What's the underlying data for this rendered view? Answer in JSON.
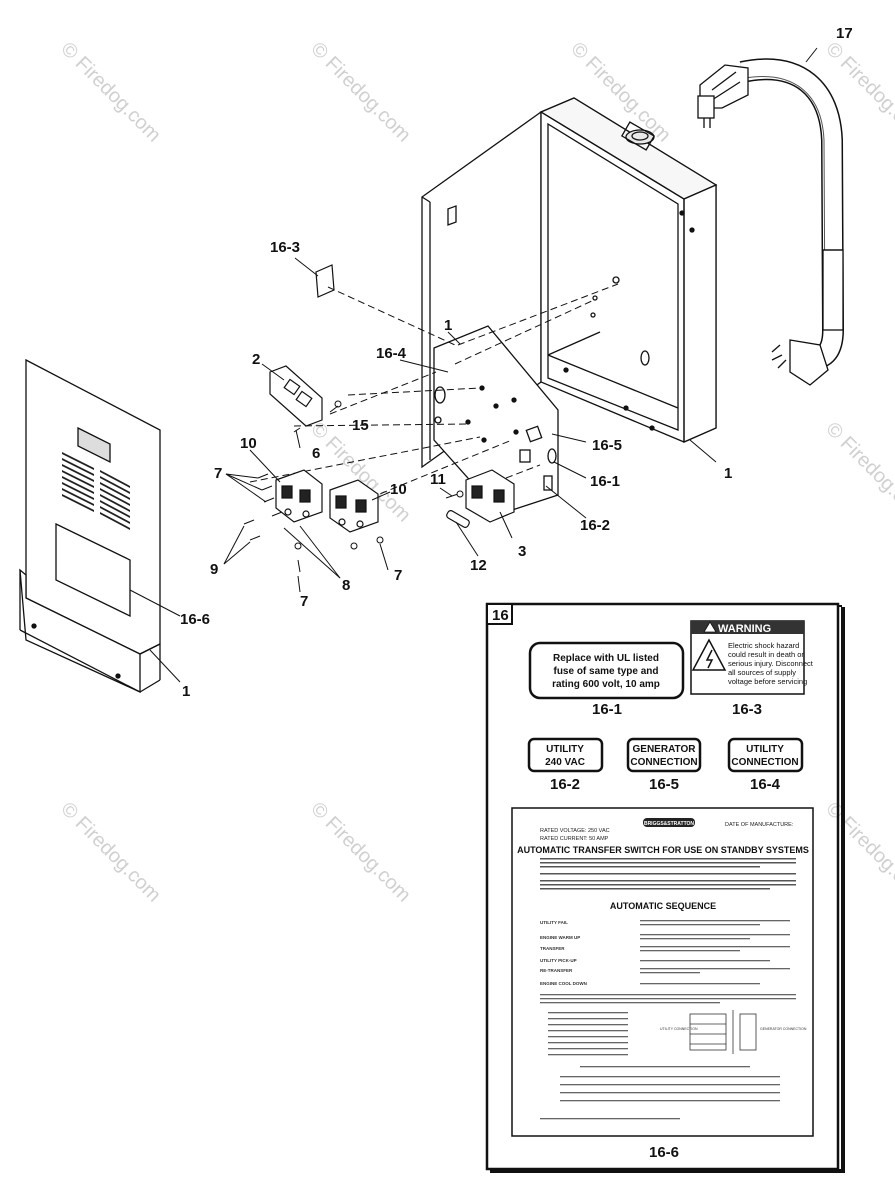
{
  "watermark": "© Firedog.com",
  "callouts": {
    "c17": "17",
    "c16_3": "16-3",
    "c1_top": "1",
    "c16_4": "16-4",
    "c2": "2",
    "c15": "15",
    "c6": "6",
    "c10_a": "10",
    "c10_b": "10",
    "c7_a": "7",
    "c7_b": "7",
    "c7_c": "7",
    "c9": "9",
    "c8": "8",
    "c11": "11",
    "c12": "12",
    "c3": "3",
    "c16_5": "16-5",
    "c16_1": "16-1",
    "c16_2": "16-2",
    "c1_box": "1",
    "c16_6": "16-6",
    "c1_cover": "1"
  },
  "decals_panel": {
    "number": "16",
    "decal_16_1": {
      "line1": "Replace with UL listed",
      "line2": "fuse of same type and",
      "line3": "rating 600 volt, 10 amp",
      "label": "16-1"
    },
    "decal_16_3": {
      "header": "WARNING",
      "line1": "Electric shock hazard",
      "line2": "could result in death or",
      "line3": "serious injury. Disconnect",
      "line4": "all sources of supply",
      "line5": "voltage before servicing",
      "label": "16-3"
    },
    "decal_16_2": {
      "line1": "UTILITY",
      "line2": "240 VAC",
      "label": "16-2"
    },
    "decal_16_5": {
      "line1": "GENERATOR",
      "line2": "CONNECTION",
      "label": "16-5"
    },
    "decal_16_4": {
      "line1": "UTILITY",
      "line2": "CONNECTION",
      "label": "16-4"
    },
    "decal_16_6": {
      "brand": "BRIGGS&STRATTON",
      "date_label": "DATE OF MANUFACTURE:",
      "rated_voltage": "RATED VOLTAGE: 250 VAC",
      "rated_current": "RATED CURRENT: 50 AMP",
      "title": "AUTOMATIC TRANSFER SWITCH FOR USE ON STANDBY SYSTEMS",
      "section": "AUTOMATIC SEQUENCE",
      "seq": [
        "UTILITY FAIL",
        "ENGINE WARM UP",
        "TRANSFER",
        "UTILITY PICK-UP",
        "RE-TRANSFER",
        "ENGINE COOL DOWN"
      ],
      "utility_conn": "UTILITY CONNECTION",
      "gen_conn": "GENERATOR CONNECTION",
      "label": "16-6"
    }
  }
}
